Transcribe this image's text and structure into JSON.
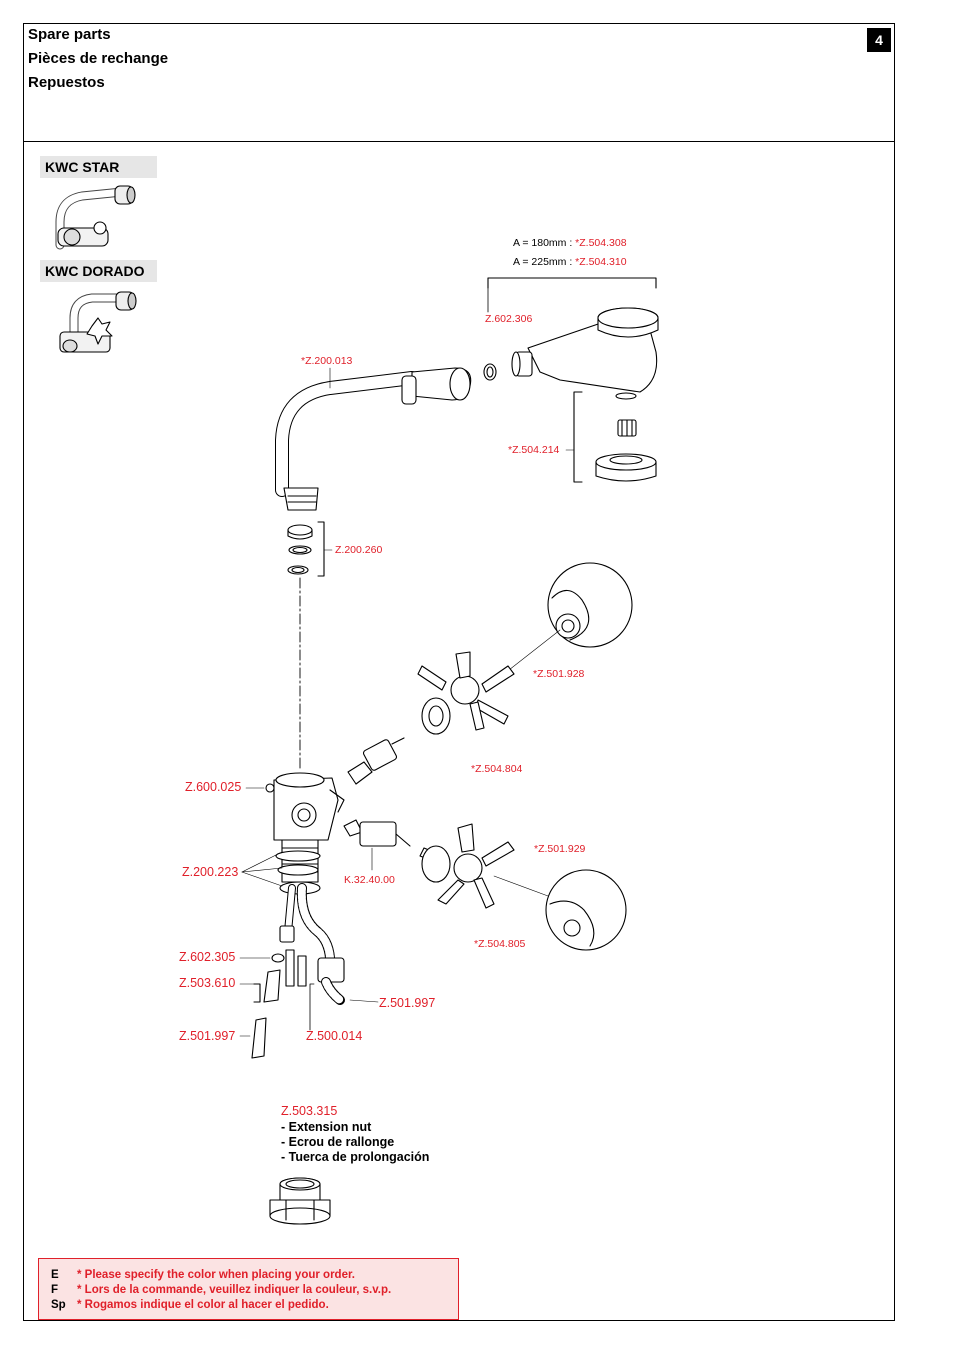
{
  "header": {
    "title_en": "Spare parts",
    "title_fr": "Pièces de rechange",
    "title_es": "Repuestos",
    "page_number": "4"
  },
  "models": [
    {
      "name": "KWC STAR"
    },
    {
      "name": "KWC DORADO"
    }
  ],
  "spout_options": {
    "a180_prefix": "A = 180mm : ",
    "a180_code": "*Z.504.308",
    "a225_prefix": "A = 225mm : ",
    "a225_code": "*Z.504.310"
  },
  "parts": {
    "z602306": "Z.602.306",
    "z200013": "*Z.200.013",
    "z504214": "*Z.504.214",
    "z200260": "Z.200.260",
    "z501928": "*Z.501.928",
    "z504804": "*Z.504.804",
    "z600025": "Z.600.025",
    "z501929": "*Z.501.929",
    "z200223": "Z.200.223",
    "k324000": "K.32.40.00",
    "z504805": "*Z.504.805",
    "z602305": "Z.602.305",
    "z503610": "Z.503.610",
    "z501997_right": "Z.501.997",
    "z501997_left": "Z.501.997",
    "z500014": "Z.500.014",
    "z503315": "Z.503.315"
  },
  "extension_nut": {
    "en": "- Extension nut",
    "fr": "- Ecrou de rallonge",
    "es": "- Tuerca de prolongación"
  },
  "note": {
    "rows": [
      {
        "lang": "E",
        "text": "*  Please specify the color when placing your order."
      },
      {
        "lang": "F",
        "text": "*  Lors de la commande, veuillez indiquer la couleur, s.v.p."
      },
      {
        "lang": "Sp",
        "text": "*  Rogamos indique el color al hacer el pedido."
      }
    ],
    "accent_color": "#e0202a"
  }
}
